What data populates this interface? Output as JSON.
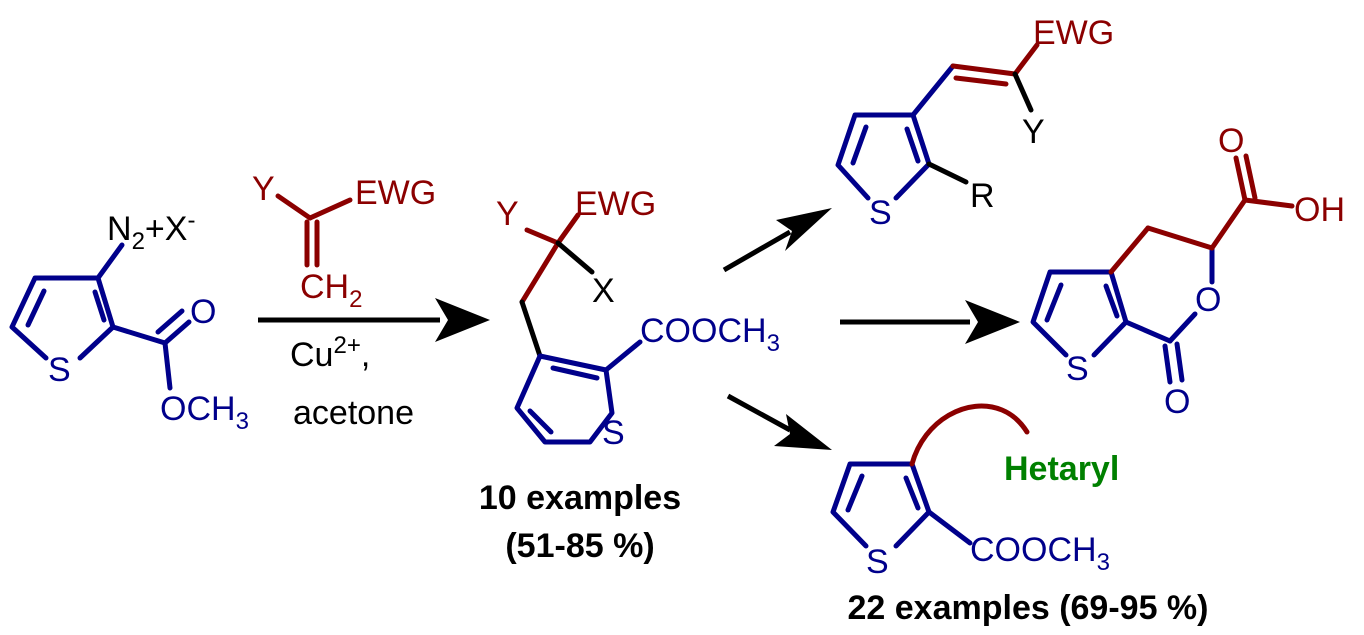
{
  "colors": {
    "core": "#00008b",
    "added": "#8b0000",
    "reagent": "#000000",
    "hetaryl": "#008000"
  },
  "starting_material": {
    "diazonium_n": "N",
    "diazonium_sub": "2",
    "diazonium_plus": "+X",
    "diazonium_sup": "-",
    "ring_s": "S",
    "carbonyl_o": "O",
    "ester_och": "OCH",
    "ester_sub": "3"
  },
  "reagent": {
    "y": "Y",
    "ewg": "EWG",
    "ch": "CH",
    "ch_sub": "2",
    "catalyst": "Cu",
    "catalyst_sup": "2+",
    "catalyst_comma": ",",
    "solvent": "acetone"
  },
  "product": {
    "y": "Y",
    "ewg": "EWG",
    "x": "X",
    "cooch": "COOCH",
    "cooch_sub": "3",
    "ring_s": "S",
    "examples": "10 examples",
    "yield": "(51-85 %)"
  },
  "alkene_product": {
    "ewg": "EWG",
    "y": "Y",
    "r": "R",
    "ring_s": "S"
  },
  "lactone_product": {
    "acid_o": "O",
    "acid_oh": "OH",
    "ring_o": "O",
    "carbonyl_o": "O",
    "ring_s": "S"
  },
  "hetaryl_product": {
    "hetaryl": "Hetaryl",
    "cooch": "COOCH",
    "cooch_sub": "3",
    "ring_s": "S",
    "examples": "22 examples (69-95 %)"
  }
}
